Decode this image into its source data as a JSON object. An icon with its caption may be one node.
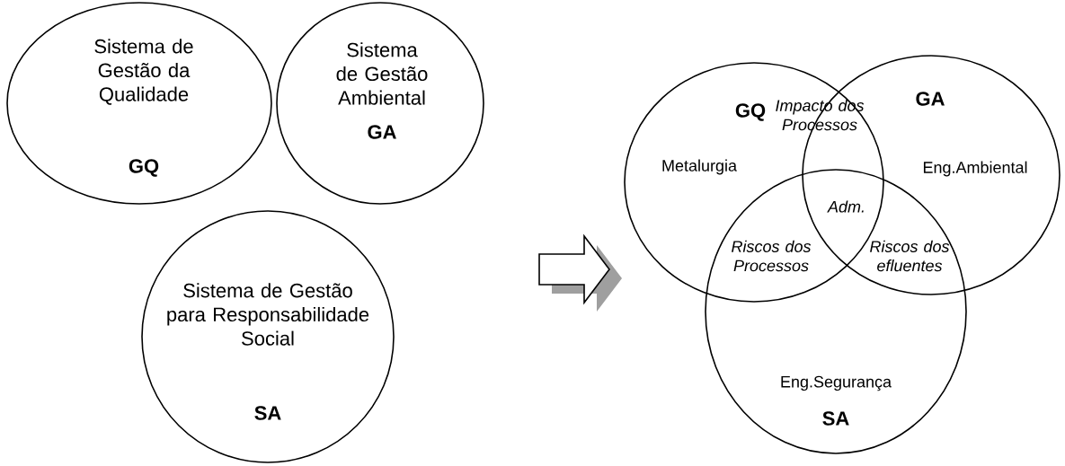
{
  "diagram": {
    "nodes": [
      {
        "text": [
          "Sistema de Gestão da Qualidade",
          "GQ"
        ]
      },
      {
        "text": [
          "Sistema de Gestão Ambiental",
          "GA"
        ]
      },
      {
        "text": [
          "Sistema de Gestão para Responsabilidade Social",
          "SA"
        ]
      },
      {
        "text": [
          "GQ",
          "Metalurgia"
        ]
      },
      {
        "text": [
          "GA",
          "Eng.Ambiental"
        ]
      },
      {
        "text": [
          "Eng.Segurança",
          "SA"
        ]
      }
    ],
    "edges": [],
    "labels": [
      "Impacto dos Processos",
      "Adm.",
      "Riscos dos Processos",
      "Riscos dos efluentes"
    ]
  }
}
